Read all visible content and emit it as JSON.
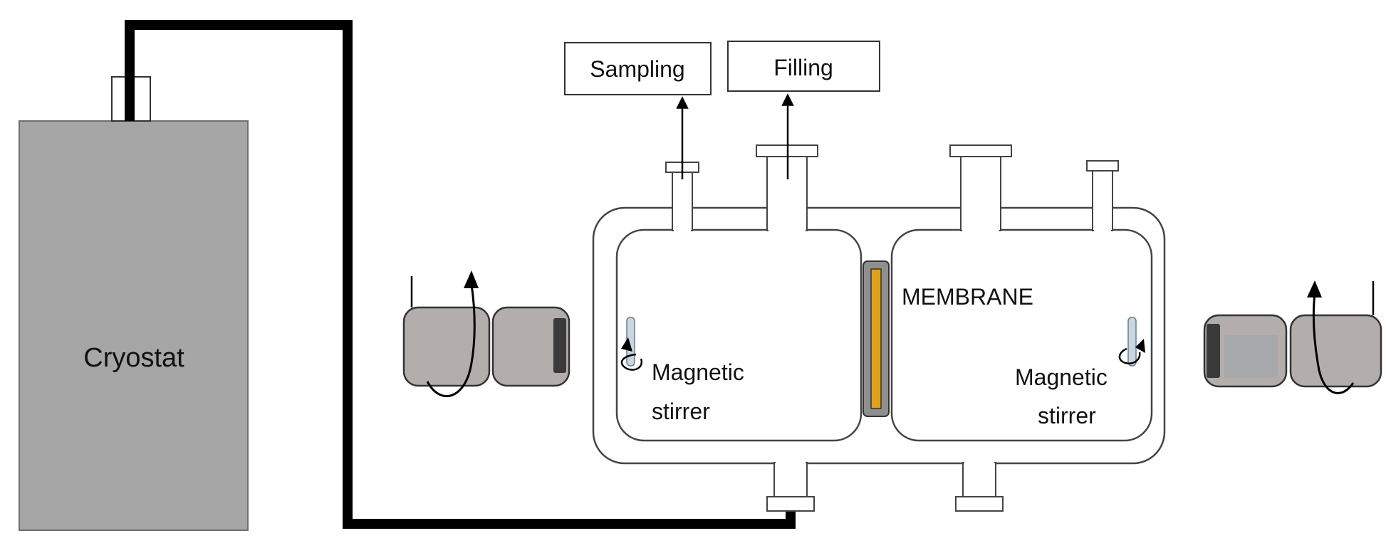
{
  "labels": {
    "cryostat": "Cryostat",
    "sampling": "Sampling",
    "filling": "Filling",
    "membrane": "MEMBRANE",
    "stirrer_left_line1": "Magnetic",
    "stirrer_left_line2": "stirrer",
    "stirrer_right_line1": "Magnetic",
    "stirrer_right_line2": "stirrer"
  },
  "colors": {
    "cryostat_fill": "#a6a6a6",
    "motor_fill": "#b3adab",
    "motor_dark": "#3a3a3a",
    "membrane_frame": "#8f8f8f",
    "membrane_core": "#e0a11b",
    "tube": "#000000",
    "stir_bar": "#c9d6e0"
  }
}
